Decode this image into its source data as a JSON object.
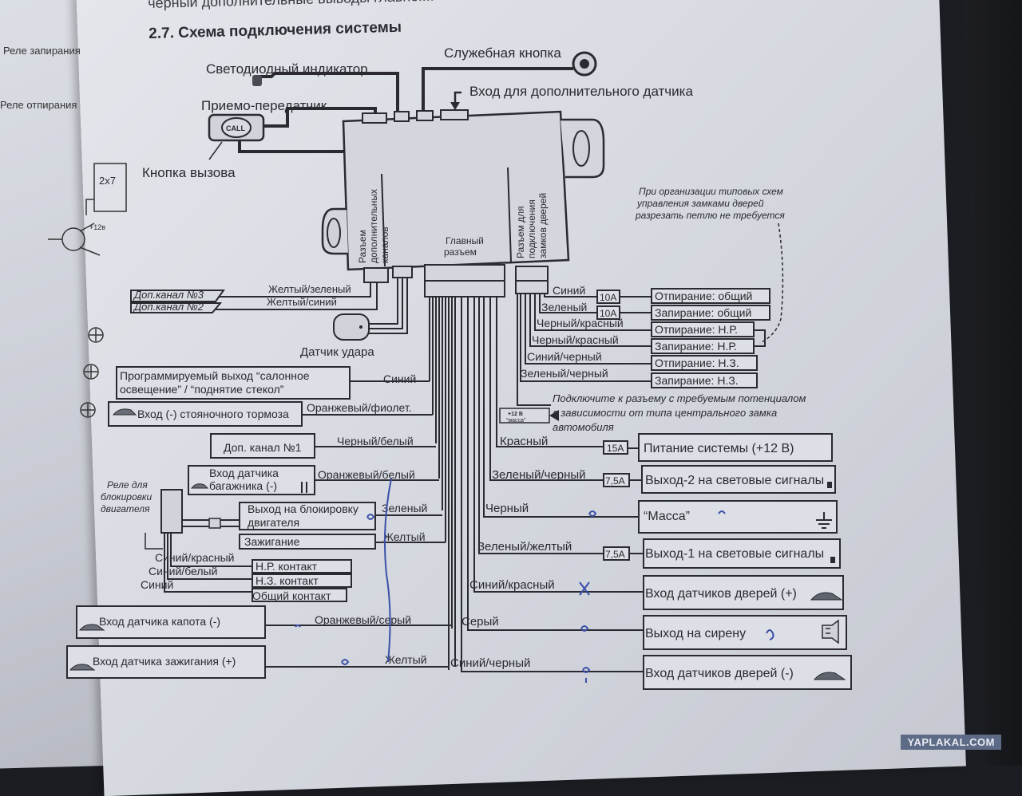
{
  "header": {
    "cutoff_text": "черный дополнительные выводы главног...",
    "title": "2.7. Схема подключения системы"
  },
  "left_page": {
    "relay_lock": "Реле запирания",
    "relay_unlock": "Реле отпирания",
    "relay_box": "2х7",
    "plus12": "+12в"
  },
  "top_components": {
    "led": "Светодиодный индикатор",
    "service_button": "Служебная кнопка",
    "extra_sensor": "Вход для дополнительного датчика",
    "transceiver": "Приемо-передатчик",
    "call_badge": "CALL",
    "call_button": "Кнопка вызова"
  },
  "module": {
    "extra_channels_connector": [
      "Разъем",
      "дополнительных",
      "каналов"
    ],
    "main_connector": [
      "Главный",
      "разъем"
    ],
    "locks_connector": [
      "Разъем для",
      "подключения",
      "замков дверей"
    ]
  },
  "note_top": [
    "При организации типовых схем",
    "управления замками дверей",
    "разрезать петлю не требуется"
  ],
  "note_mid": [
    "Подключите к разъему с требуемым потенциалом",
    "в зависимости от типа центрального замка",
    "автомобиля"
  ],
  "pin_labels": {
    "plus12": "+12 В",
    "mass": "“масса”"
  },
  "shock_sensor": "Датчик удара",
  "extra_channels": [
    {
      "wire": "Желтый/зеленый",
      "label": "Доп.канал №3"
    },
    {
      "wire": "Желтый/синий",
      "label": "Доп.канал №2"
    }
  ],
  "locks": [
    {
      "wire": "Синий",
      "fuse": "10А",
      "label": "Отпирание: общий"
    },
    {
      "wire": "Зеленый",
      "fuse": "10А",
      "label": "Запирание: общий"
    },
    {
      "wire": "Черный/красный",
      "label": "Отпирание: Н.Р."
    },
    {
      "wire": "Черный/красный",
      "label": "Запирание: Н.Р."
    },
    {
      "wire": "Синий/черный",
      "label": "Отпирание: Н.З."
    },
    {
      "wire": "Зеленый/черный",
      "label": "Запирание: Н.З."
    }
  ],
  "main_left": [
    {
      "wire": "Синий",
      "label": "Программируемый выход “салонное освещение” / “поднятие стекол”"
    },
    {
      "wire": "Оранжевый/фиолет.",
      "label": "Вход (-) стояночного тормоза"
    },
    {
      "wire": "Черный/белый",
      "label": "Доп. канал №1"
    },
    {
      "wire": "Оранжевый/белый",
      "label": "Вход датчика багажника (-)"
    },
    {
      "wire": "Зеленый",
      "label": "Выход на блокировку двигателя"
    },
    {
      "wire": "Желтый",
      "label": "Зажигание"
    },
    {
      "wire": "Оранжевый/серый",
      "label": "Вход датчика капота (-)"
    },
    {
      "wire": "Желтый",
      "label": "Вход датчика зажигания (+)"
    }
  ],
  "relay": {
    "title": [
      "Реле для",
      "блокировки",
      "двигателя"
    ],
    "wires": [
      "Синий/красный",
      "Синий/белый",
      "Синий"
    ],
    "contacts": [
      "Н.Р. контакт",
      "Н.З. контакт",
      "Общий контакт"
    ]
  },
  "main_right": [
    {
      "wire": "Красный",
      "fuse": "15А",
      "label": "Питание системы (+12 В)"
    },
    {
      "wire": "Зеленый/черный",
      "fuse": "7,5А",
      "label": "Выход-2 на световые сигналы"
    },
    {
      "wire": "Черный",
      "label": "“Масса”"
    },
    {
      "wire": "Зеленый/желтый",
      "fuse": "7,5А",
      "label": "Выход-1 на световые сигналы"
    },
    {
      "wire": "Синий/красный",
      "label": "Вход датчиков дверей (+)"
    },
    {
      "wire": "Серый",
      "label": "Выход на сирену"
    },
    {
      "wire": "Синий/черный",
      "label": "Вход датчиков дверей (-)"
    }
  ],
  "watermark": "YAPLAKAL.COM",
  "colors": {
    "ink": "#2a2a30",
    "pen": "#3b4fa8",
    "paper": "#dcdfe6",
    "watermark_bg": "#5d6b86"
  }
}
